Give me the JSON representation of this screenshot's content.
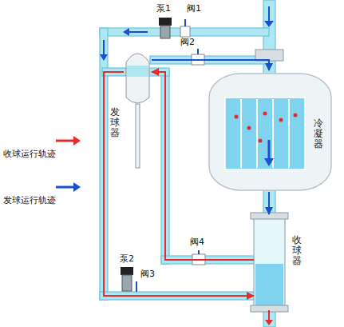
{
  "diagram": {
    "nodes": [
      {
        "text": [
          "发球器"
        ]
      },
      {
        "text": [
          "冷凝器"
        ]
      },
      {
        "text": [
          "收球器"
        ]
      }
    ],
    "edges": [
      {
        "from": 0,
        "to": 1,
        "arrow": "to"
      },
      {
        "from": 1,
        "to": 2,
        "arrow": "to"
      },
      {
        "from": 2,
        "to": 0,
        "arrow": "to"
      },
      {
        "from": 0,
        "to": 2,
        "arrow": "to"
      }
    ],
    "labels": [
      "泵1",
      "阀1",
      "阀2",
      "阀4",
      "泵2",
      "阀3"
    ],
    "legend": [
      {
        "text": "收球运行轨迹"
      },
      {
        "text": "发球运行轨迹"
      }
    ]
  }
}
